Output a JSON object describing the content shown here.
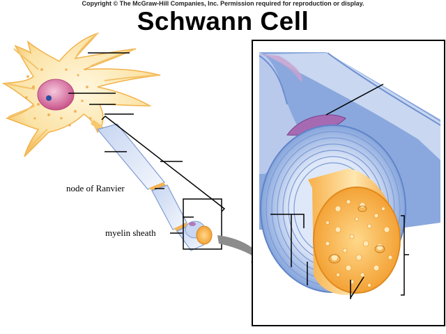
{
  "header": {
    "copyright": "Copyright © The McGraw-Hill Companies, Inc. Permission required for reproduction or display.",
    "title": "Schwann Cell"
  },
  "labels": {
    "node_of_ranvier": "node of Ranvier",
    "myelin_sheath": "myelin sheath"
  },
  "colors": {
    "cell_body": "#fbe6b0",
    "cell_outline": "#f3b54a",
    "nucleus": "#d9709e",
    "myelin_blue": "#9bb6e3",
    "myelin_light": "#e6edf9",
    "axon_core": "#f6a53a",
    "arrow_grey": "#8c8c8c"
  }
}
